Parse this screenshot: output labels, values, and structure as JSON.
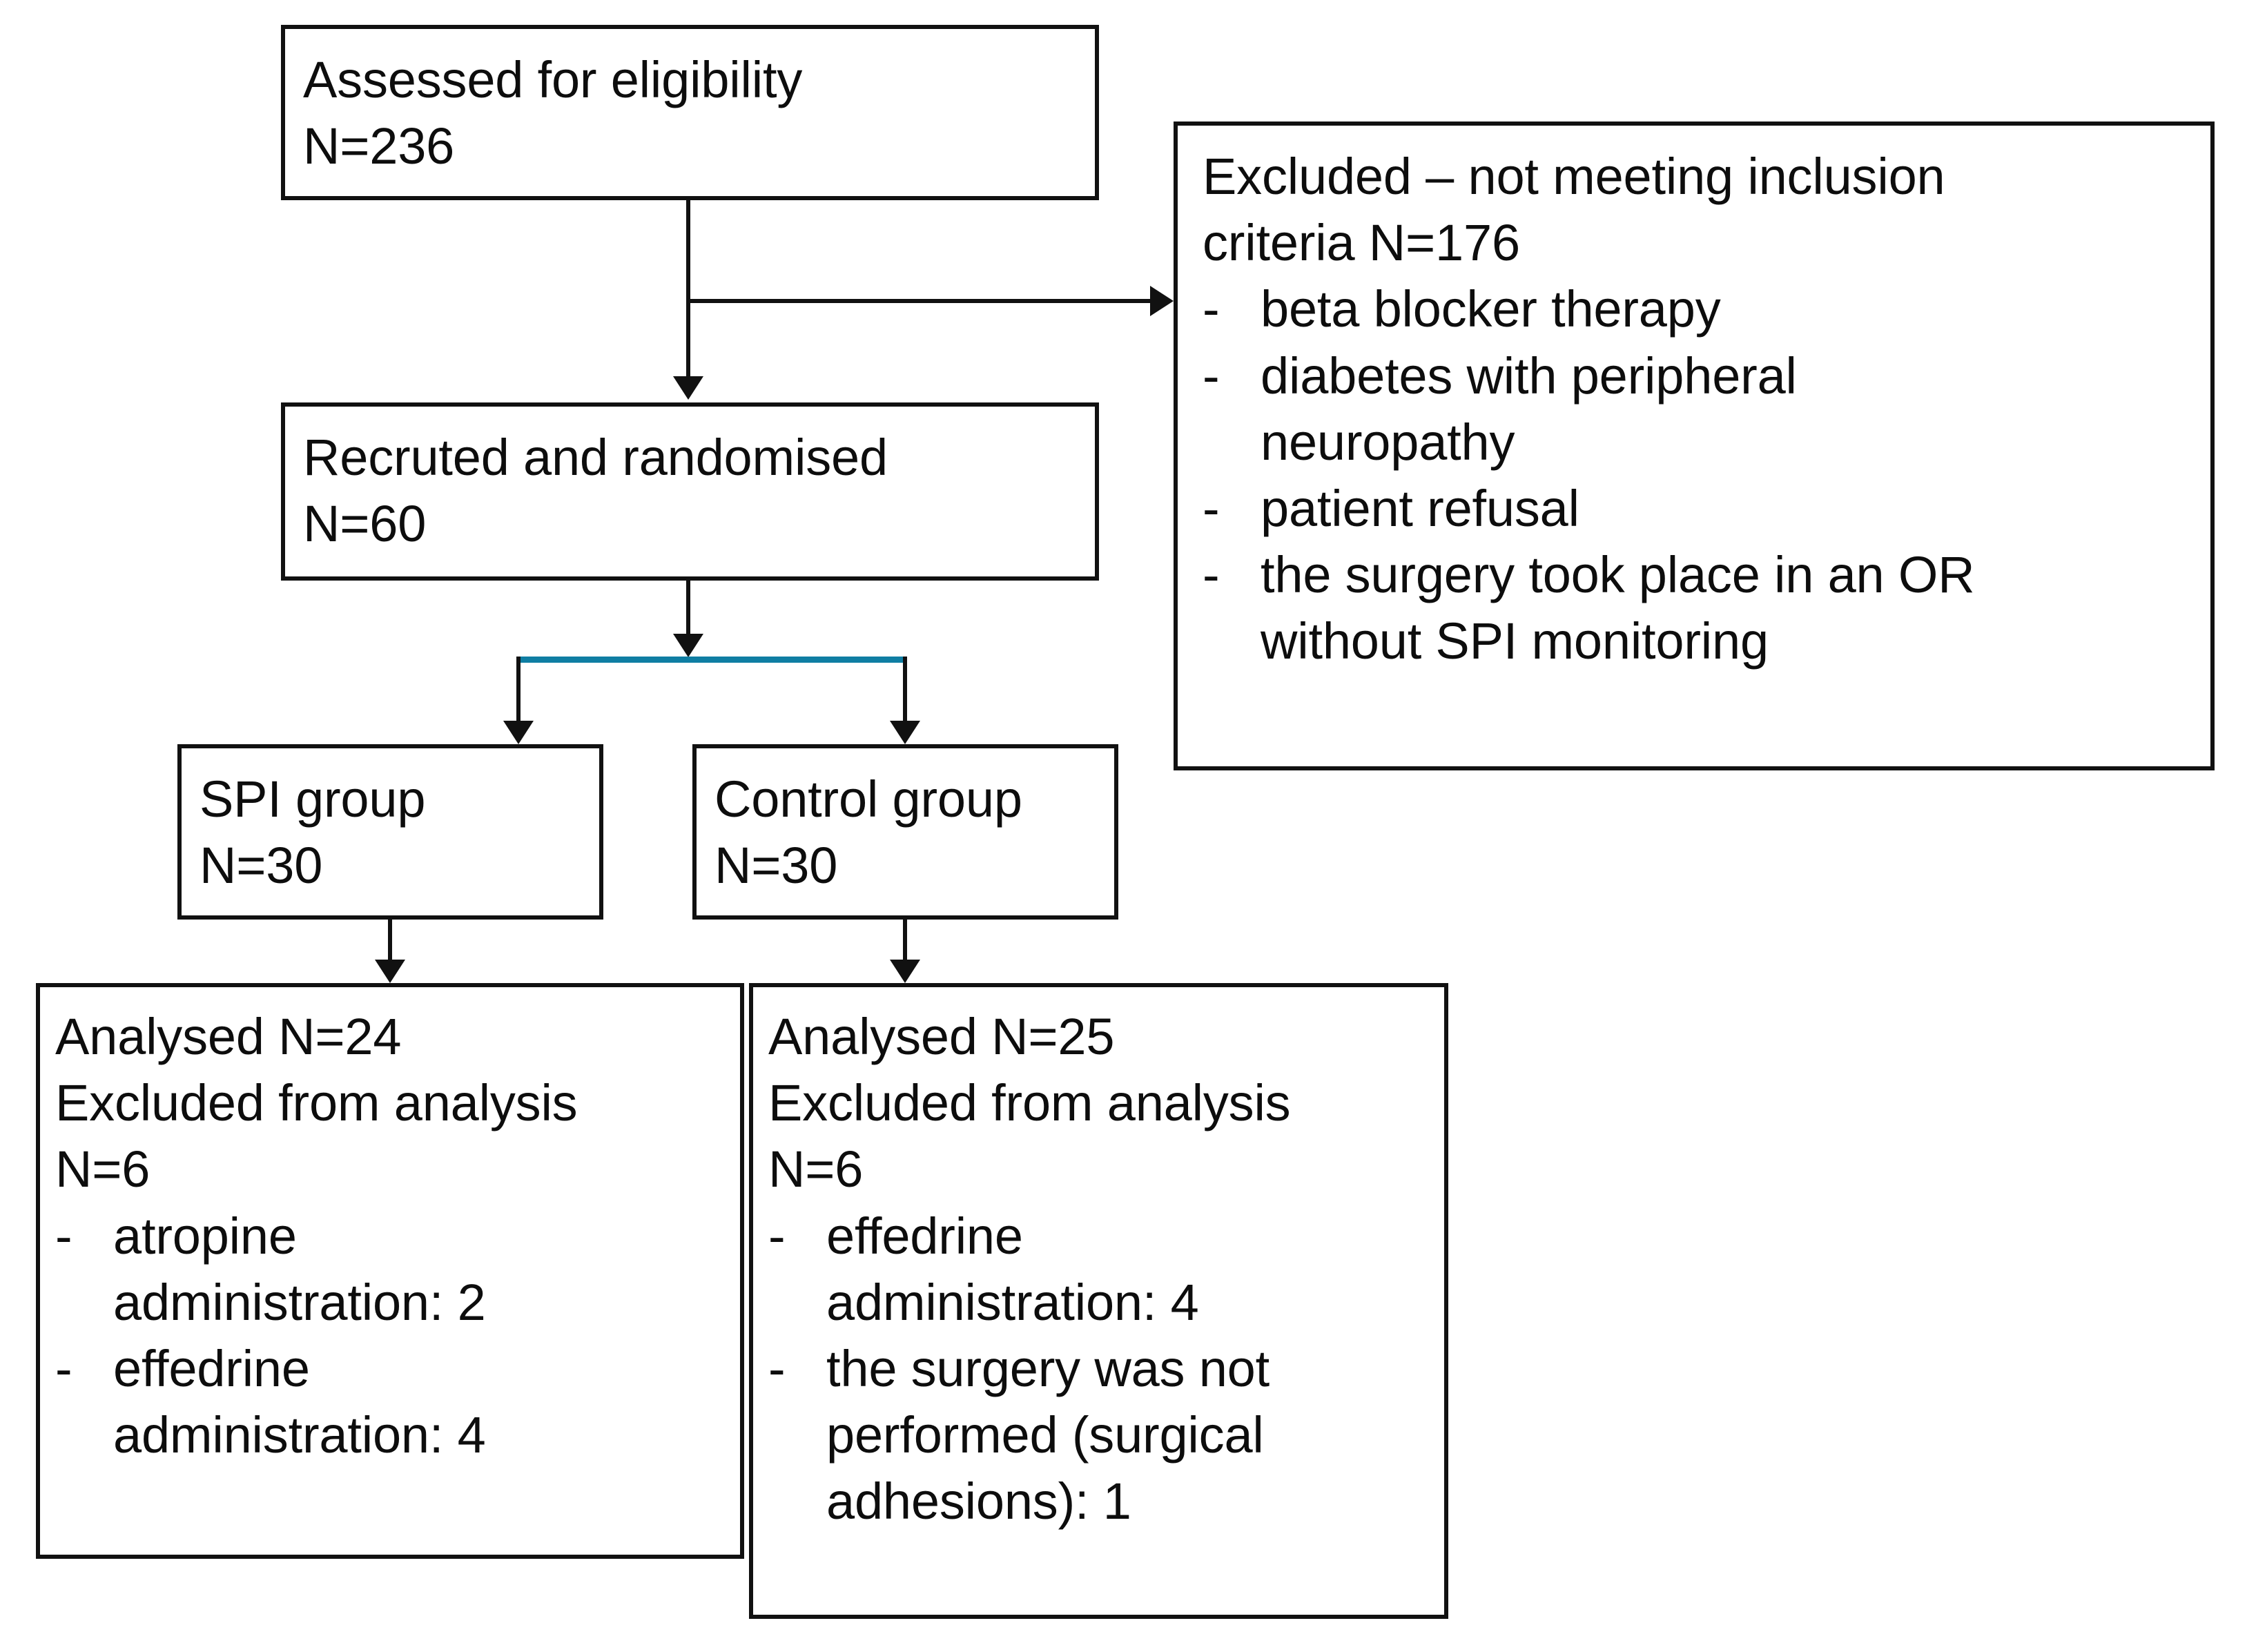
{
  "diagram": {
    "title": "CONSORT participant flow diagram",
    "accent_color": "#0f7ea3",
    "line_color": "#111111",
    "background_color": "#ffffff"
  },
  "nodes": {
    "assessed": {
      "line1": "Assessed for eligibility",
      "line2": "N=236"
    },
    "excluded": {
      "line1": "Excluded – not meeting inclusion",
      "line2": "criteria N=176",
      "bullet_marker": "-",
      "bullets": [
        {
          "line1": "beta blocker therapy",
          "line2": ""
        },
        {
          "line1": "diabetes with peripheral",
          "line2": "neuropathy"
        },
        {
          "line1": "patient refusal",
          "line2": ""
        },
        {
          "line1": "the surgery took place in an OR",
          "line2": "without SPI monitoring"
        }
      ]
    },
    "recruited": {
      "line1": "Recruted and randomised",
      "line2": "N=60"
    },
    "spi_group": {
      "line1": "SPI group",
      "line2": "N=30"
    },
    "control_group": {
      "line1": "Control group",
      "line2": "N=30"
    },
    "analysed_spi": {
      "line1": "Analysed N=24",
      "line2": "Excluded from analysis",
      "line3": "N=6",
      "bullet_marker": "-",
      "bullets": [
        {
          "line1": "atropine",
          "line2": "administration: 2"
        },
        {
          "line1": "effedrine",
          "line2": "administration: 4"
        }
      ]
    },
    "analysed_control": {
      "line1": "Analysed N=25",
      "line2": "Excluded from analysis",
      "line3": "N=6",
      "bullet_marker": "-",
      "bullets": [
        {
          "line1": "effedrine",
          "line2": "administration: 4"
        },
        {
          "line1": "the surgery was not",
          "line2": "performed (surgical",
          "line3": "adhesions): 1"
        }
      ]
    }
  }
}
